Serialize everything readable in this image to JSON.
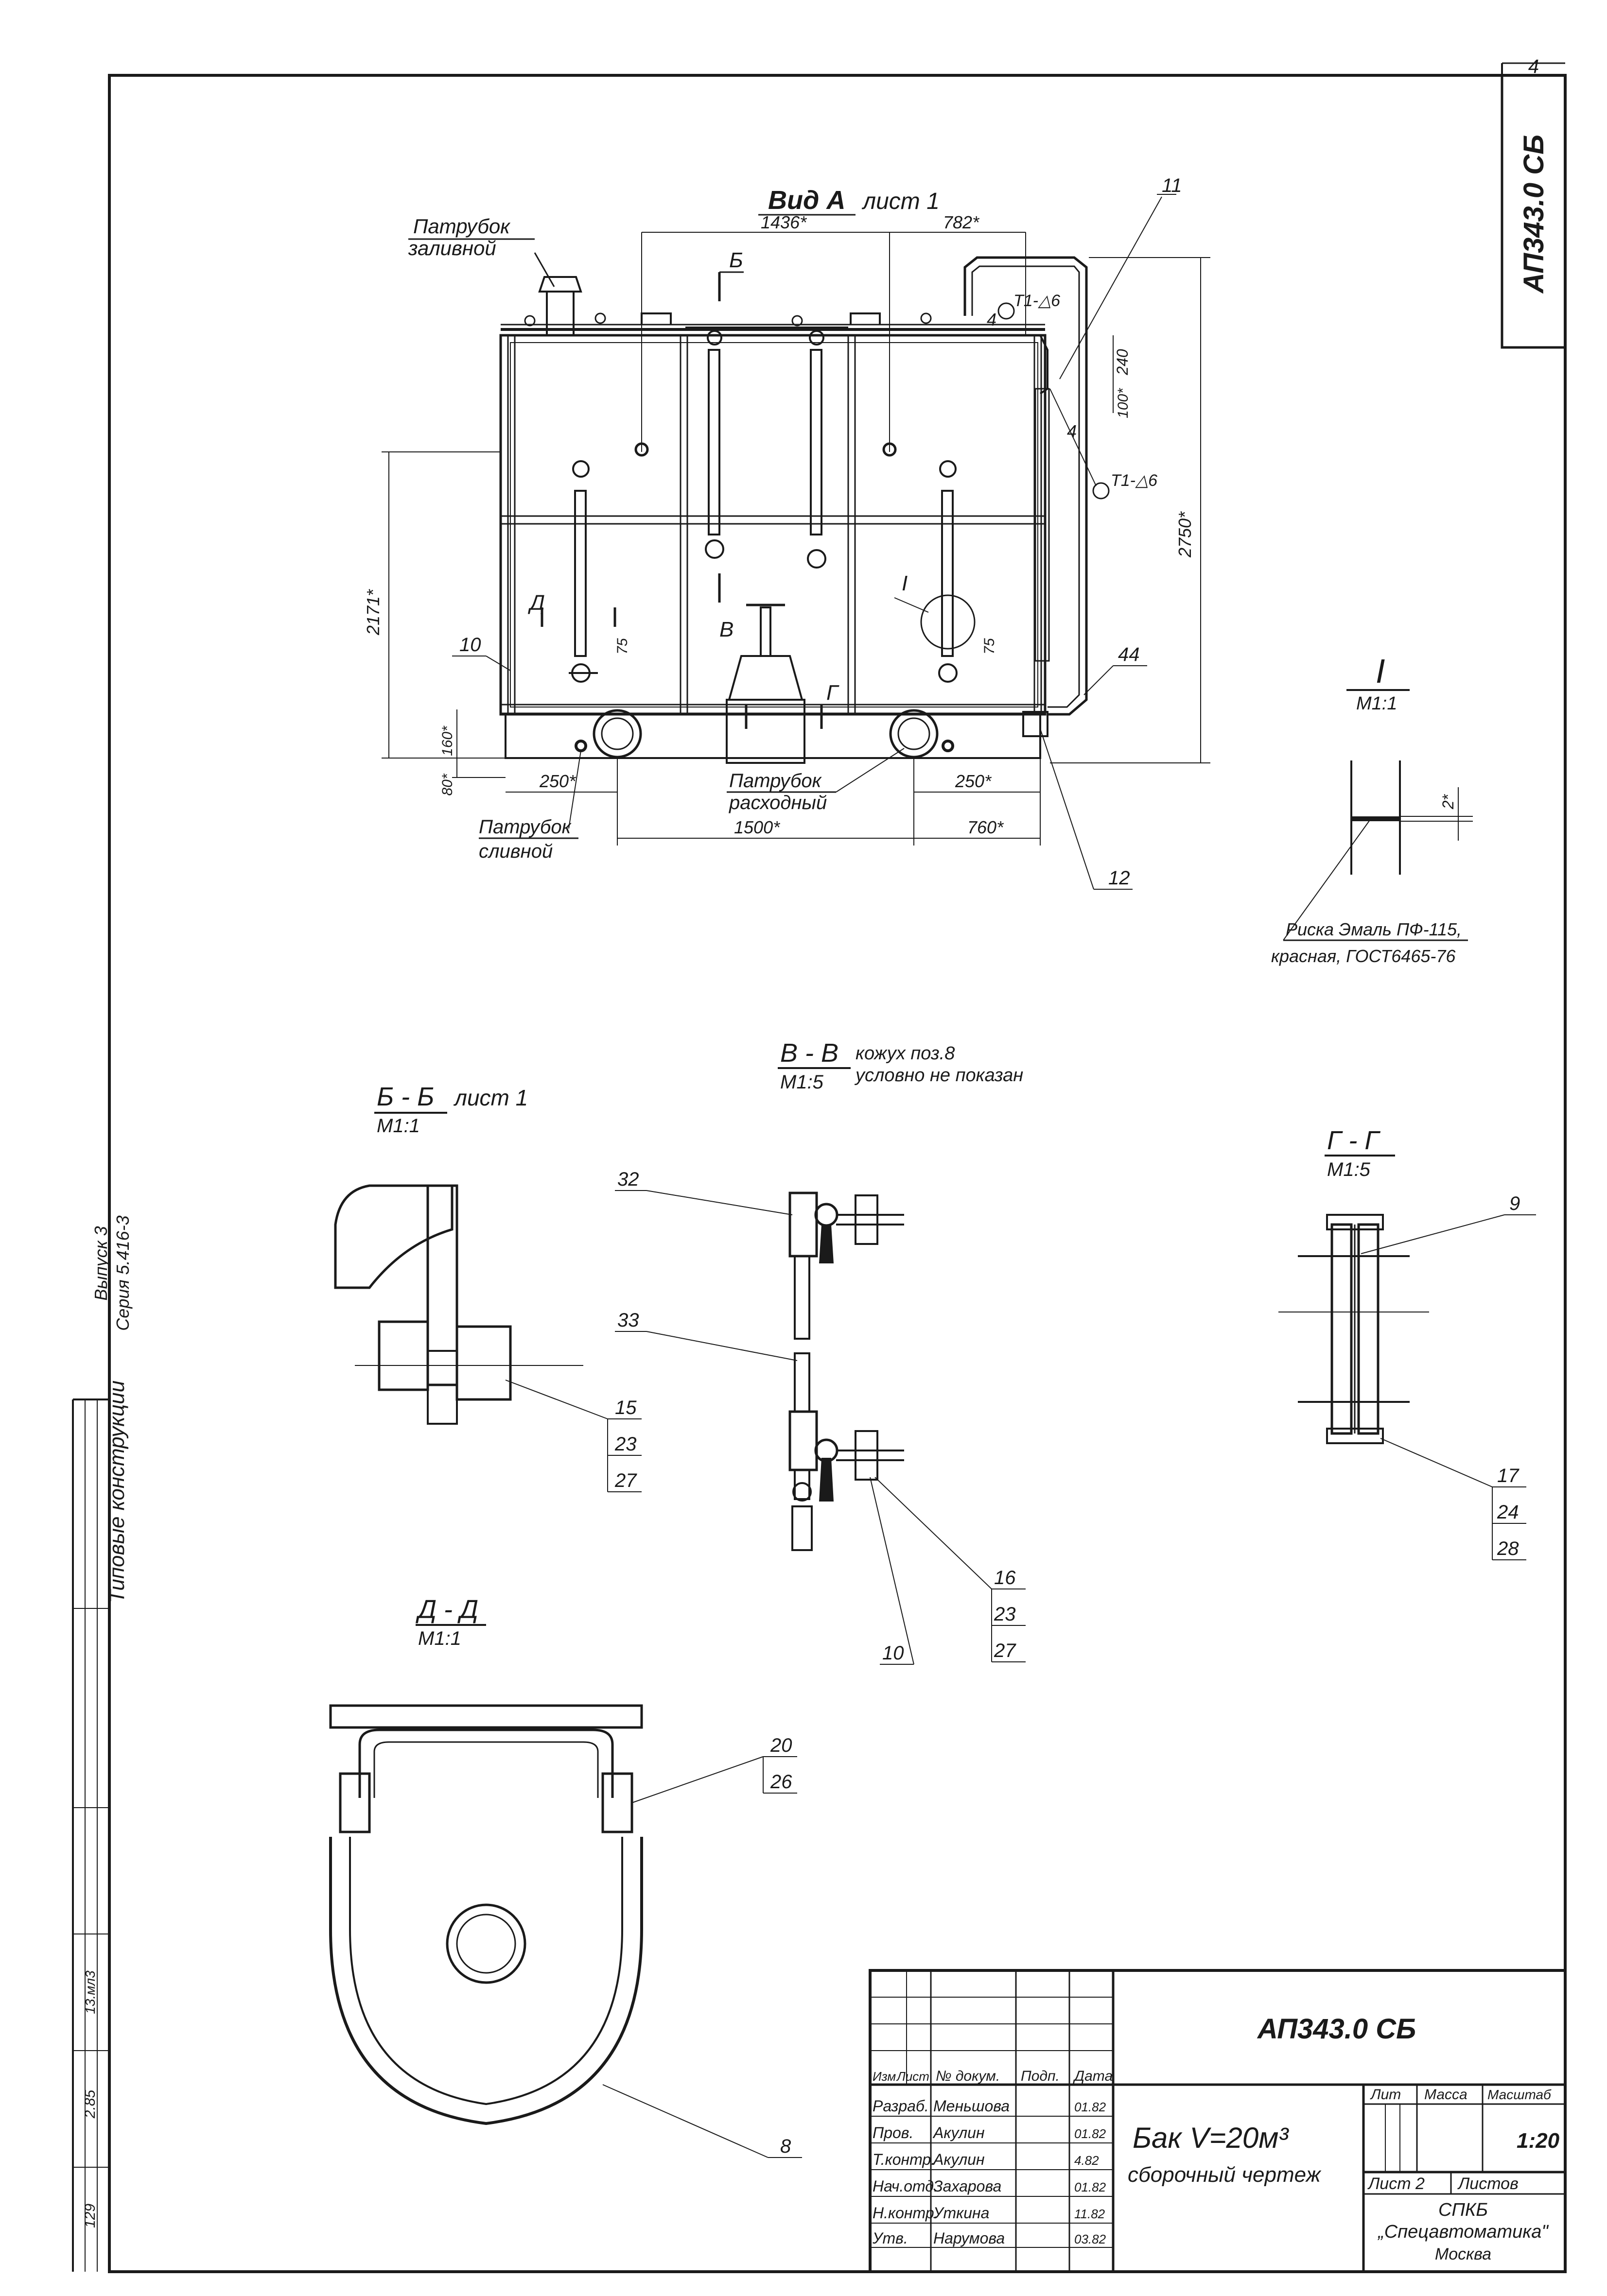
{
  "page_number": "4",
  "code_vertical": "АП343.0 СБ",
  "view_a": {
    "title": "Вид А",
    "sheet": "лист 1",
    "label_filler_1": "Патрубок",
    "label_filler_2": "заливной",
    "label_drain_1": "Патрубок",
    "label_drain_2": "сливной",
    "label_outlet_1": "Патрубок",
    "label_outlet_2": "расходный",
    "dim_1436": "1436*",
    "dim_782": "782*",
    "dim_2171": "2171*",
    "dim_2750": "2750*",
    "dim_240": "240",
    "dim_100": "100*",
    "dim_160": "160*",
    "dim_80": "80*",
    "dim_250_left": "250*",
    "dim_250_right": "250*",
    "dim_1500": "1500*",
    "dim_760": "760*",
    "dim_75_left": "75",
    "dim_75_right": "75",
    "weld_1": "Т1-△6",
    "weld_2": "Т1-△6",
    "sec_b": "Б",
    "sec_v": "В",
    "sec_d": "Д",
    "sec_g": "Г",
    "sec_i": "I",
    "pos_11": "11",
    "pos_10": "10",
    "pos_12": "12",
    "pos_4a": "4",
    "pos_4b": "4",
    "pos_44": "44"
  },
  "detail_i": {
    "title": "I",
    "scale": "М1:1",
    "dim": "2*",
    "note_1": "Риска Эмаль ПФ-115,",
    "note_2": "красная, ГОСТ6465-76"
  },
  "section_vv": {
    "title": "В - В",
    "scale": "М1:5",
    "note_1": "кожух поз.8",
    "note_2": "условно не показан",
    "pos_32": "32",
    "pos_33": "33",
    "pos_10": "10",
    "pos_16": "16",
    "pos_23": "23",
    "pos_27": "27"
  },
  "section_bb": {
    "title": "Б - Б",
    "sheet": "лист 1",
    "scale": "М1:1",
    "pos_15": "15",
    "pos_23": "23",
    "pos_27": "27"
  },
  "section_gg": {
    "title": "Г - Г",
    "scale": "М1:5",
    "pos_9": "9",
    "pos_17": "17",
    "pos_24": "24",
    "pos_28": "28"
  },
  "section_dd": {
    "title": "Д - Д",
    "scale": "М1:1",
    "pos_20": "20",
    "pos_26": "26",
    "pos_8": "8"
  },
  "left_margin": {
    "issue": "Выпуск 3",
    "series": "Серия 5.416-3",
    "category": "Типовые конструкции",
    "inv_no": "129",
    "mark": "2.85",
    "date": "13.мл3"
  },
  "title_block": {
    "code": "АП343.0 СБ",
    "name": "Бак V=20м³",
    "doc_type": "сборочный чертеж",
    "lit_h": "Лит",
    "mass_h": "Масса",
    "scale_h": "Масштаб",
    "scale": "1:20",
    "sheet_label": "Лист 2",
    "sheets_label": "Листов",
    "org_1": "СПКБ",
    "org_2": "„Спецавтоматика\"",
    "org_3": "Москва",
    "hdr": [
      "Изм",
      "Лист",
      "№ докум.",
      "Подп.",
      "Дата"
    ],
    "roles": [
      {
        "role": "Разраб.",
        "name": "Меньшова",
        "date": "01.82"
      },
      {
        "role": "Пров.",
        "name": "Акулин",
        "date": "01.82"
      },
      {
        "role": "Т.контр.",
        "name": "Акулин",
        "date": "4.82"
      },
      {
        "role": "Нач.отд.",
        "name": "Захарова",
        "date": "01.82"
      },
      {
        "role": "Н.контр.",
        "name": "Уткина",
        "date": "11.82"
      },
      {
        "role": "Утв.",
        "name": "Нарумова",
        "date": "03.82"
      }
    ]
  }
}
